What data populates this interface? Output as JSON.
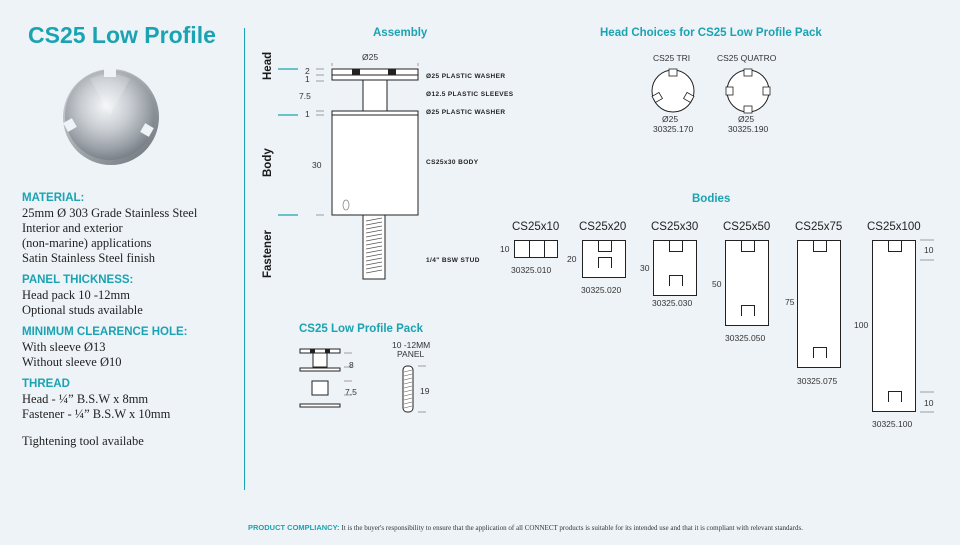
{
  "title": "CS25 Low Profile",
  "specs": {
    "material_heading": "MATERIAL:",
    "material_lines": [
      "25mm Ø 303 Grade Stainless Steel",
      "Interior and exterior",
      "(non-marine) applications",
      "Satin Stainless Steel finish"
    ],
    "panel_heading": "PANEL THICKNESS:",
    "panel_lines": [
      "Head pack 10 -12mm",
      "Optional studs available"
    ],
    "hole_heading": "MINIMUM CLEARENCE HOLE:",
    "hole_lines": [
      "With sleeve Ø13",
      "Without sleeve Ø10"
    ],
    "thread_heading": "THREAD",
    "thread_lines": [
      "Head - ¼” B.S.W x 8mm",
      "Fastener - ¼” B.S.W x 10mm"
    ],
    "note": "Tightening tool availabe"
  },
  "assembly": {
    "heading": "Assembly",
    "side_labels": [
      "Head",
      "Body",
      "Fastener"
    ],
    "dims": [
      "2",
      "1",
      "7.5",
      "1",
      "30"
    ],
    "top_dim": "Ø25",
    "part_labels": [
      "Ø25 PLASTIC WASHER",
      "Ø12.5 PLASTIC SLEEVES",
      "Ø25 PLASTIC WASHER",
      "CS25x30 BODY",
      "1/4\" BSW STUD"
    ]
  },
  "head_choices": {
    "heading": "Head Choices for CS25 Low Profile Pack",
    "items": [
      {
        "name": "CS25 TRI",
        "dia": "Ø25",
        "code": "30325.170"
      },
      {
        "name": "CS25 QUATRO",
        "dia": "Ø25",
        "code": "30325.190"
      }
    ]
  },
  "bodies": {
    "heading": "Bodies",
    "items": [
      {
        "name": "CS25x10",
        "dim": "10",
        "code": "30325.010"
      },
      {
        "name": "CS25x20",
        "dim": "20",
        "code": "30325.020"
      },
      {
        "name": "CS25x30",
        "dim": "30",
        "code": "30325.030"
      },
      {
        "name": "CS25x50",
        "dim": "50",
        "code": "30325.050"
      },
      {
        "name": "CS25x75",
        "dim": "75",
        "code": "30325.075"
      },
      {
        "name": "CS25x100",
        "dim": "100",
        "code": "30325.100"
      }
    ],
    "end_dims": [
      "10",
      "10"
    ]
  },
  "pack": {
    "heading": "CS25 Low Profile Pack",
    "dims": [
      "8",
      "7.5",
      "19"
    ],
    "panel_label_1": "10 -12MM",
    "panel_label_2": "PANEL"
  },
  "footer": {
    "heading": "PRODUCT COMPLIANCY:",
    "text": "It is the buyer's responsibility to ensure that the application of all CONNECT products is suitable for its intended use and that it is compliant with relevant standards."
  },
  "colors": {
    "accent": "#1aa3b2",
    "background": "#eef3f7",
    "ink": "#222222"
  }
}
